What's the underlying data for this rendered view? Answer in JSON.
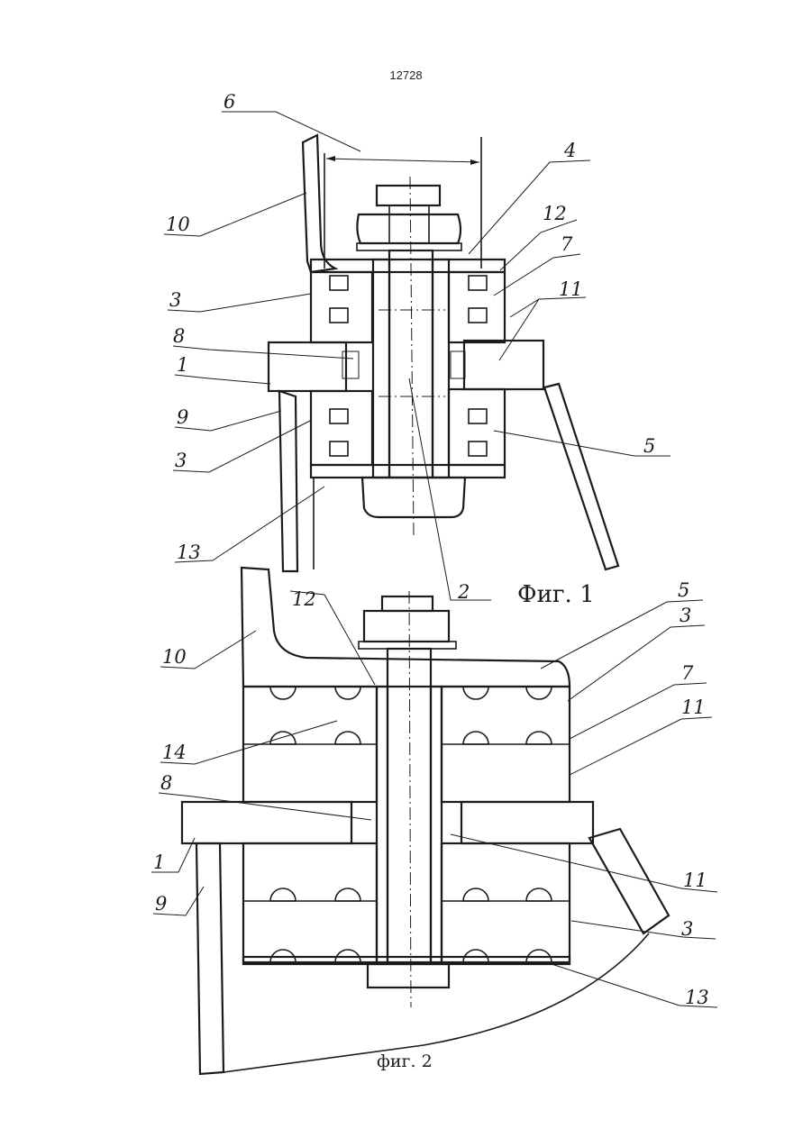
{
  "page": {
    "number": "12728"
  },
  "figure1": {
    "caption": "Фиг. 1",
    "labels": {
      "l6": "6",
      "l4": "4",
      "l12": "12",
      "l7": "7",
      "l11": "11",
      "l10": "10",
      "l3a": "3",
      "l8": "8",
      "l1": "1",
      "l9": "9",
      "l3b": "3",
      "l5": "5",
      "l13": "13",
      "l2": "2"
    }
  },
  "figure2": {
    "caption": "фиг. 2",
    "labels": {
      "l12": "12",
      "l5": "5",
      "l10": "10",
      "l3a": "3",
      "l7": "7",
      "l11a": "11",
      "l14": "14",
      "l8": "8",
      "l1": "1",
      "l9": "9",
      "l11b": "11",
      "l3b": "3",
      "l13": "13"
    }
  }
}
